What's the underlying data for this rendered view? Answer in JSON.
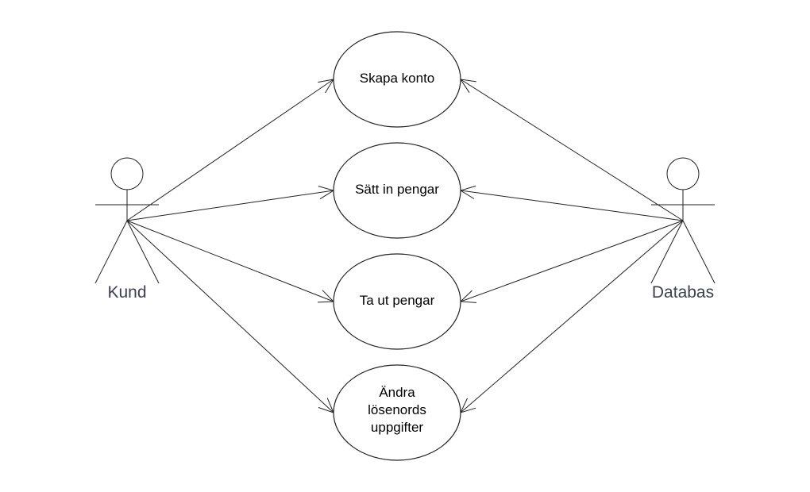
{
  "actors": [
    {
      "id": "kund",
      "label": "Kund"
    },
    {
      "id": "databas",
      "label": "Databas"
    }
  ],
  "use_cases": [
    {
      "id": "skapa-konto",
      "lines": [
        "Skapa konto"
      ]
    },
    {
      "id": "satt-in-pengar",
      "lines": [
        "Sätt in pengar"
      ]
    },
    {
      "id": "ta-ut-pengar",
      "lines": [
        "Ta ut pengar"
      ]
    },
    {
      "id": "andra-losenords-uppgifter",
      "lines": [
        "Ändra",
        "lösenords",
        "uppgifter"
      ]
    }
  ],
  "associations": [
    {
      "from": "kund",
      "to": "skapa-konto"
    },
    {
      "from": "kund",
      "to": "satt-in-pengar"
    },
    {
      "from": "kund",
      "to": "ta-ut-pengar"
    },
    {
      "from": "kund",
      "to": "andra-losenords-uppgifter"
    },
    {
      "from": "databas",
      "to": "skapa-konto"
    },
    {
      "from": "databas",
      "to": "satt-in-pengar"
    },
    {
      "from": "databas",
      "to": "ta-ut-pengar"
    },
    {
      "from": "databas",
      "to": "andra-losenords-uppgifter"
    }
  ]
}
